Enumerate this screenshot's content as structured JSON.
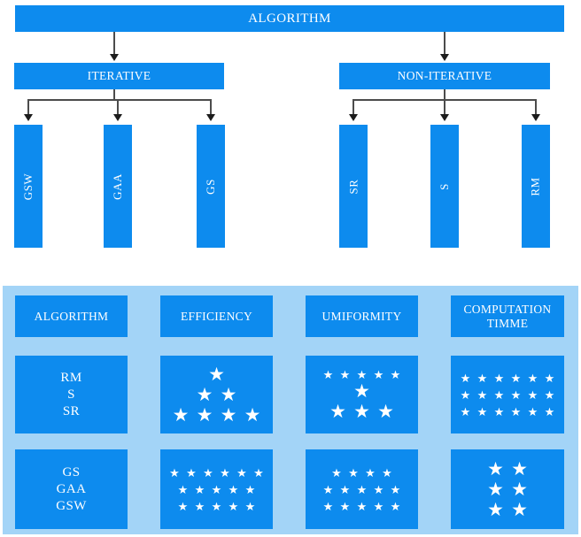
{
  "diagram": {
    "root": {
      "label": "ALGORITHM"
    },
    "level2": [
      {
        "label": "ITERATIVE"
      },
      {
        "label": "NON-ITERATIVE"
      }
    ],
    "leaves": [
      {
        "label": "GSW"
      },
      {
        "label": "GAA"
      },
      {
        "label": "GS"
      },
      {
        "label": "SR"
      },
      {
        "label": "S"
      },
      {
        "label": "RM"
      }
    ]
  },
  "table": {
    "headers": [
      "ALGORITHM",
      "EFFICIENCY",
      "UMIFORMITY",
      "COMPUTATION TIMME"
    ],
    "rows": [
      {
        "algorithms": "RM\nS\nSR",
        "efficiency": {
          "rows": [
            1,
            2,
            4
          ],
          "size": "large"
        },
        "uniformity": {
          "rows": [
            5,
            1,
            3
          ],
          "size": "mixed"
        },
        "computation_time": {
          "rows": [
            6,
            6,
            6
          ],
          "size": "small"
        }
      },
      {
        "algorithms": "GS\nGAA\nGSW",
        "efficiency": {
          "rows": [
            6,
            5,
            5
          ],
          "size": "small"
        },
        "uniformity": {
          "rows": [
            4,
            5,
            5
          ],
          "size": "small"
        },
        "computation_time": {
          "rows": [
            2,
            2,
            2
          ],
          "size": "large"
        }
      }
    ]
  },
  "colors": {
    "box_blue": "#0d8bee",
    "panel_blue": "#a3d4f7",
    "connector": "#4c4c4c",
    "text_white": "#ffffff"
  },
  "glyphs": {
    "star": "★"
  }
}
